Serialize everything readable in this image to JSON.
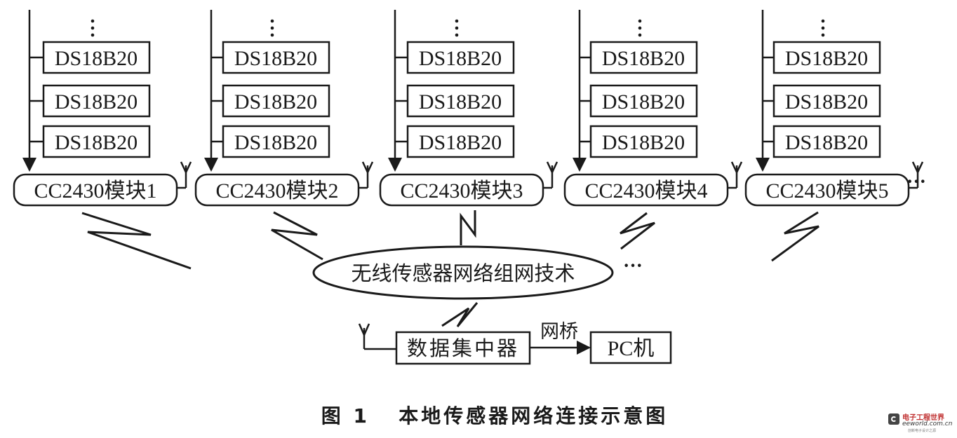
{
  "diagram": {
    "sensor_label": "DS18B20",
    "ellipsis_vertical": "⋮",
    "modules": [
      {
        "label": "CC2430模块1"
      },
      {
        "label": "CC2430模块2"
      },
      {
        "label": "CC2430模块3"
      },
      {
        "label": "CC2430模块4"
      },
      {
        "label": "CC2430模块5"
      }
    ],
    "more_modules": "···",
    "network": "无线传感器网络组网技术",
    "network_more": "···",
    "concentrator": "数据集中器",
    "bridge_label": "网桥",
    "pc": "PC机"
  },
  "caption": "图 1   本地传感器网络连接示意图",
  "watermark": {
    "cn": "电子工程世界",
    "en": "eeworld.com.cn",
    "sub": "创新电子设计之源"
  },
  "colors": {
    "ink": "#1a1a1a",
    "background": "#ffffff",
    "watermark_red": "#c03030"
  }
}
